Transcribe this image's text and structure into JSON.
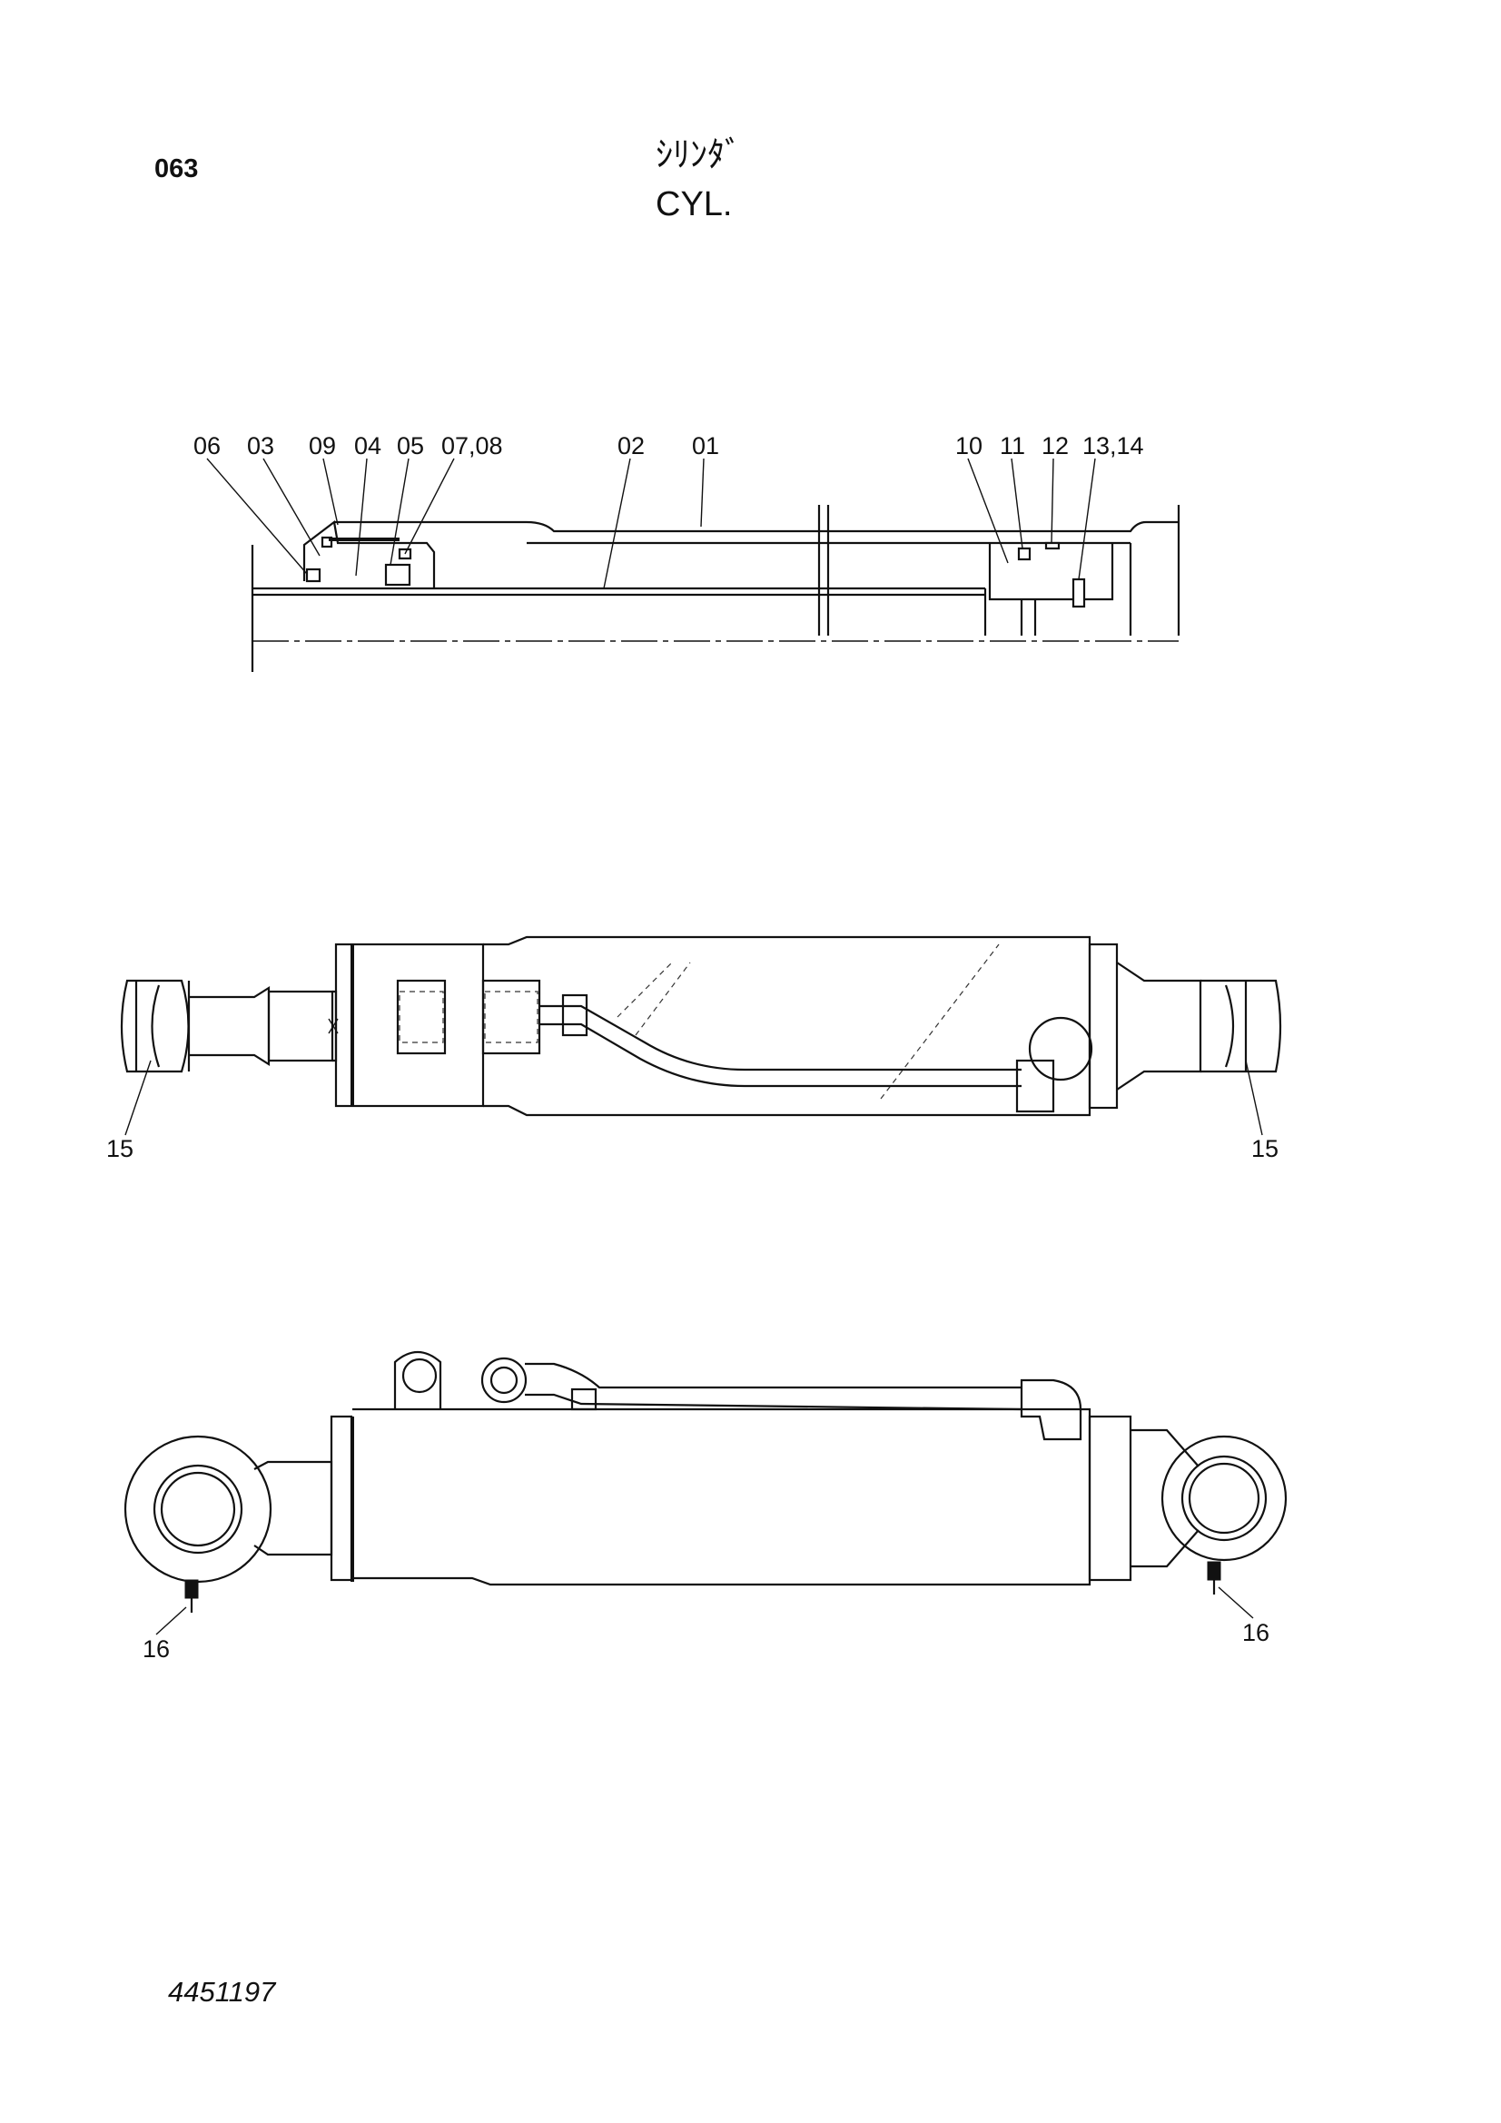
{
  "header": {
    "page_number": "063",
    "title_jp": "ｼﾘﾝﾀﾞ",
    "title_en": "CYL."
  },
  "section_view": {
    "callouts": [
      "06",
      "03",
      "09",
      "04",
      "05",
      "07,08",
      "02",
      "01",
      "10",
      "11",
      "12",
      "13,14"
    ]
  },
  "top_view": {
    "callouts": [
      "15",
      "15"
    ]
  },
  "side_view": {
    "callouts": [
      "16",
      "16"
    ]
  },
  "footer": {
    "drawing_number": "4451197"
  }
}
